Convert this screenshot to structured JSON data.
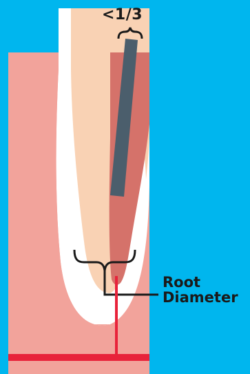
{
  "labels": {
    "ratio": "<1/3",
    "root_line1": "Root",
    "root_line2": "Diameter"
  },
  "colors": {
    "background": "#00b6ee",
    "gum": "#f2a39b",
    "white": "#ffffff",
    "dentin": "#f9d2b4",
    "canal": "#d5726a",
    "post": "#4b5e6c",
    "red_line": "#e8223a",
    "text": "#1a1a1a"
  }
}
